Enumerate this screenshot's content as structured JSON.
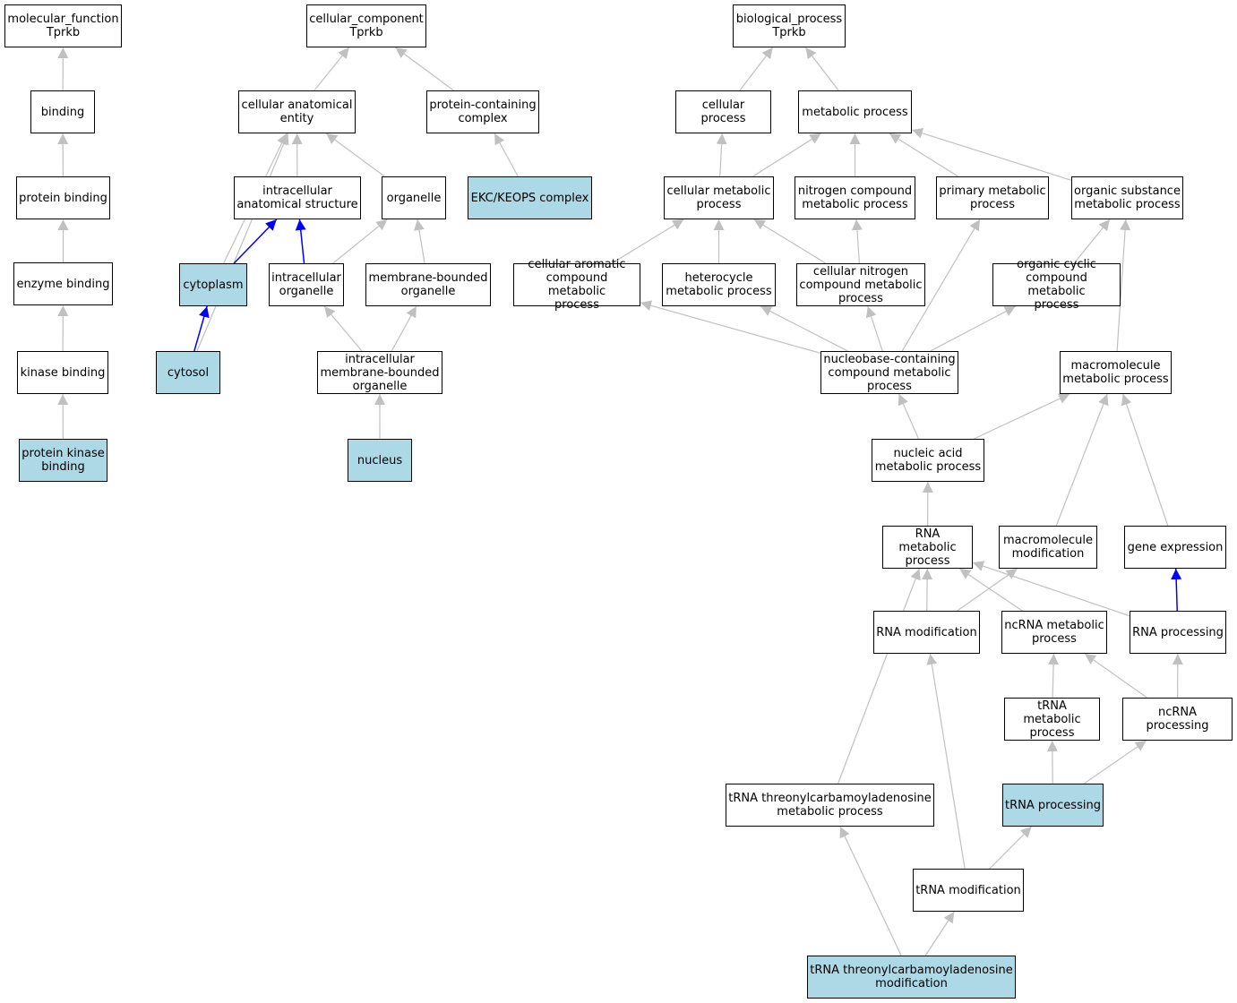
{
  "colors": {
    "highlight_fill": "#add8e6",
    "node_fill": "#ffffff",
    "node_border": "#000000",
    "edge_gray": "#c0c0c0",
    "edge_blue": "#0000ff"
  },
  "nodes": [
    {
      "id": "mf",
      "label": "molecular_function\nTprkb",
      "hl": false
    },
    {
      "id": "binding",
      "label": "binding",
      "hl": false
    },
    {
      "id": "protbind",
      "label": "protein binding",
      "hl": false
    },
    {
      "id": "enzbind",
      "label": "enzyme binding",
      "hl": false
    },
    {
      "id": "kinbind",
      "label": "kinase binding",
      "hl": false
    },
    {
      "id": "pkbind",
      "label": "protein kinase\nbinding",
      "hl": true
    },
    {
      "id": "cc",
      "label": "cellular_component\nTprkb",
      "hl": false
    },
    {
      "id": "cae",
      "label": "cellular anatomical\nentity",
      "hl": false
    },
    {
      "id": "pcc",
      "label": "protein-containing\ncomplex",
      "hl": false
    },
    {
      "id": "ias",
      "label": "intracellular\nanatomical structure",
      "hl": false
    },
    {
      "id": "organelle",
      "label": "organelle",
      "hl": false
    },
    {
      "id": "ekc",
      "label": "EKC/KEOPS complex",
      "hl": true
    },
    {
      "id": "cytoplasm",
      "label": "cytoplasm",
      "hl": true
    },
    {
      "id": "io",
      "label": "intracellular\norganelle",
      "hl": false
    },
    {
      "id": "mbo",
      "label": "membrane-bounded\norganelle",
      "hl": false
    },
    {
      "id": "cytosol",
      "label": "cytosol",
      "hl": true
    },
    {
      "id": "imbo",
      "label": "intracellular\nmembrane-bounded\norganelle",
      "hl": false
    },
    {
      "id": "nucleus",
      "label": "nucleus",
      "hl": true
    },
    {
      "id": "bp",
      "label": "biological_process\nTprkb",
      "hl": false
    },
    {
      "id": "cellproc",
      "label": "cellular process",
      "hl": false
    },
    {
      "id": "metproc",
      "label": "metabolic process",
      "hl": false
    },
    {
      "id": "cmp",
      "label": "cellular metabolic\nprocess",
      "hl": false
    },
    {
      "id": "ncmp",
      "label": "nitrogen compound\nmetabolic process",
      "hl": false
    },
    {
      "id": "pmp",
      "label": "primary metabolic\nprocess",
      "hl": false
    },
    {
      "id": "osmp",
      "label": "organic substance\nmetabolic process",
      "hl": false
    },
    {
      "id": "cacmp",
      "label": "cellular aromatic\ncompound metabolic\nprocess",
      "hl": false
    },
    {
      "id": "hmp",
      "label": "heterocycle\nmetabolic process",
      "hl": false
    },
    {
      "id": "cncmp",
      "label": "cellular nitrogen\ncompound metabolic\nprocess",
      "hl": false
    },
    {
      "id": "occmp",
      "label": "organic cyclic\ncompound metabolic\nprocess",
      "hl": false
    },
    {
      "id": "nbccmp",
      "label": "nucleobase-containing\ncompound metabolic\nprocess",
      "hl": false
    },
    {
      "id": "mmp",
      "label": "macromolecule\nmetabolic process",
      "hl": false
    },
    {
      "id": "namp",
      "label": "nucleic acid\nmetabolic process",
      "hl": false
    },
    {
      "id": "rnamp",
      "label": "RNA metabolic\nprocess",
      "hl": false
    },
    {
      "id": "mmod",
      "label": "macromolecule\nmodification",
      "hl": false
    },
    {
      "id": "geneexp",
      "label": "gene expression",
      "hl": false
    },
    {
      "id": "rnamod",
      "label": "RNA modification",
      "hl": false
    },
    {
      "id": "ncrnamp",
      "label": "ncRNA metabolic\nprocess",
      "hl": false
    },
    {
      "id": "rnaproc",
      "label": "RNA processing",
      "hl": false
    },
    {
      "id": "trnamp",
      "label": "tRNA metabolic\nprocess",
      "hl": false
    },
    {
      "id": "ncrnaproc",
      "label": "ncRNA processing",
      "hl": false
    },
    {
      "id": "ttmp",
      "label": "tRNA threonylcarbamoyladenosine\nmetabolic process",
      "hl": false
    },
    {
      "id": "trnaproc",
      "label": "tRNA processing",
      "hl": true
    },
    {
      "id": "trnamod",
      "label": "tRNA modification",
      "hl": false
    },
    {
      "id": "ttmod",
      "label": "tRNA threonylcarbamoyladenosine\nmodification",
      "hl": true
    }
  ],
  "edges": [
    {
      "from": "binding",
      "to": "mf",
      "color": "gray"
    },
    {
      "from": "protbind",
      "to": "binding",
      "color": "gray"
    },
    {
      "from": "enzbind",
      "to": "protbind",
      "color": "gray"
    },
    {
      "from": "kinbind",
      "to": "enzbind",
      "color": "gray"
    },
    {
      "from": "pkbind",
      "to": "kinbind",
      "color": "gray"
    },
    {
      "from": "cae",
      "to": "cc",
      "color": "gray"
    },
    {
      "from": "pcc",
      "to": "cc",
      "color": "gray"
    },
    {
      "from": "ias",
      "to": "cae",
      "color": "gray"
    },
    {
      "from": "organelle",
      "to": "cae",
      "color": "gray"
    },
    {
      "from": "cytoplasm",
      "to": "cae",
      "color": "gray"
    },
    {
      "from": "cytosol",
      "to": "cae",
      "color": "gray"
    },
    {
      "from": "ekc",
      "to": "pcc",
      "color": "gray"
    },
    {
      "from": "cytoplasm",
      "to": "ias",
      "color": "blue"
    },
    {
      "from": "io",
      "to": "ias",
      "color": "blue"
    },
    {
      "from": "io",
      "to": "organelle",
      "color": "gray"
    },
    {
      "from": "mbo",
      "to": "organelle",
      "color": "gray"
    },
    {
      "from": "cytosol",
      "to": "cytoplasm",
      "color": "blue"
    },
    {
      "from": "imbo",
      "to": "io",
      "color": "gray"
    },
    {
      "from": "imbo",
      "to": "mbo",
      "color": "gray"
    },
    {
      "from": "nucleus",
      "to": "imbo",
      "color": "gray"
    },
    {
      "from": "cellproc",
      "to": "bp",
      "color": "gray"
    },
    {
      "from": "metproc",
      "to": "bp",
      "color": "gray"
    },
    {
      "from": "cmp",
      "to": "cellproc",
      "color": "gray"
    },
    {
      "from": "cmp",
      "to": "metproc",
      "color": "gray"
    },
    {
      "from": "ncmp",
      "to": "metproc",
      "color": "gray"
    },
    {
      "from": "pmp",
      "to": "metproc",
      "color": "gray"
    },
    {
      "from": "osmp",
      "to": "metproc",
      "color": "gray"
    },
    {
      "from": "cacmp",
      "to": "cmp",
      "color": "gray"
    },
    {
      "from": "hmp",
      "to": "cmp",
      "color": "gray"
    },
    {
      "from": "cncmp",
      "to": "cmp",
      "color": "gray"
    },
    {
      "from": "cncmp",
      "to": "ncmp",
      "color": "gray"
    },
    {
      "from": "occmp",
      "to": "osmp",
      "color": "gray"
    },
    {
      "from": "mmp",
      "to": "osmp",
      "color": "gray"
    },
    {
      "from": "nbccmp",
      "to": "cacmp",
      "color": "gray"
    },
    {
      "from": "nbccmp",
      "to": "hmp",
      "color": "gray"
    },
    {
      "from": "nbccmp",
      "to": "cncmp",
      "color": "gray"
    },
    {
      "from": "nbccmp",
      "to": "occmp",
      "color": "gray"
    },
    {
      "from": "nbccmp",
      "to": "pmp",
      "color": "gray"
    },
    {
      "from": "namp",
      "to": "nbccmp",
      "color": "gray"
    },
    {
      "from": "namp",
      "to": "mmp",
      "color": "gray"
    },
    {
      "from": "mmod",
      "to": "mmp",
      "color": "gray"
    },
    {
      "from": "geneexp",
      "to": "mmp",
      "color": "gray"
    },
    {
      "from": "rnamp",
      "to": "namp",
      "color": "gray"
    },
    {
      "from": "rnamod",
      "to": "rnamp",
      "color": "gray"
    },
    {
      "from": "rnamod",
      "to": "mmod",
      "color": "gray"
    },
    {
      "from": "ncrnamp",
      "to": "rnamp",
      "color": "gray"
    },
    {
      "from": "rnaproc",
      "to": "rnamp",
      "color": "gray"
    },
    {
      "from": "rnaproc",
      "to": "geneexp",
      "color": "blue"
    },
    {
      "from": "ttmp",
      "to": "rnamp",
      "color": "gray"
    },
    {
      "from": "trnamp",
      "to": "ncrnamp",
      "color": "gray"
    },
    {
      "from": "ncrnaproc",
      "to": "ncrnamp",
      "color": "gray"
    },
    {
      "from": "ncrnaproc",
      "to": "rnaproc",
      "color": "gray"
    },
    {
      "from": "trnaproc",
      "to": "trnamp",
      "color": "gray"
    },
    {
      "from": "trnaproc",
      "to": "ncrnaproc",
      "color": "gray"
    },
    {
      "from": "trnamod",
      "to": "rnamod",
      "color": "gray"
    },
    {
      "from": "trnamod",
      "to": "trnaproc",
      "color": "gray"
    },
    {
      "from": "ttmod",
      "to": "ttmp",
      "color": "gray"
    },
    {
      "from": "ttmod",
      "to": "trnamod",
      "color": "gray"
    }
  ]
}
